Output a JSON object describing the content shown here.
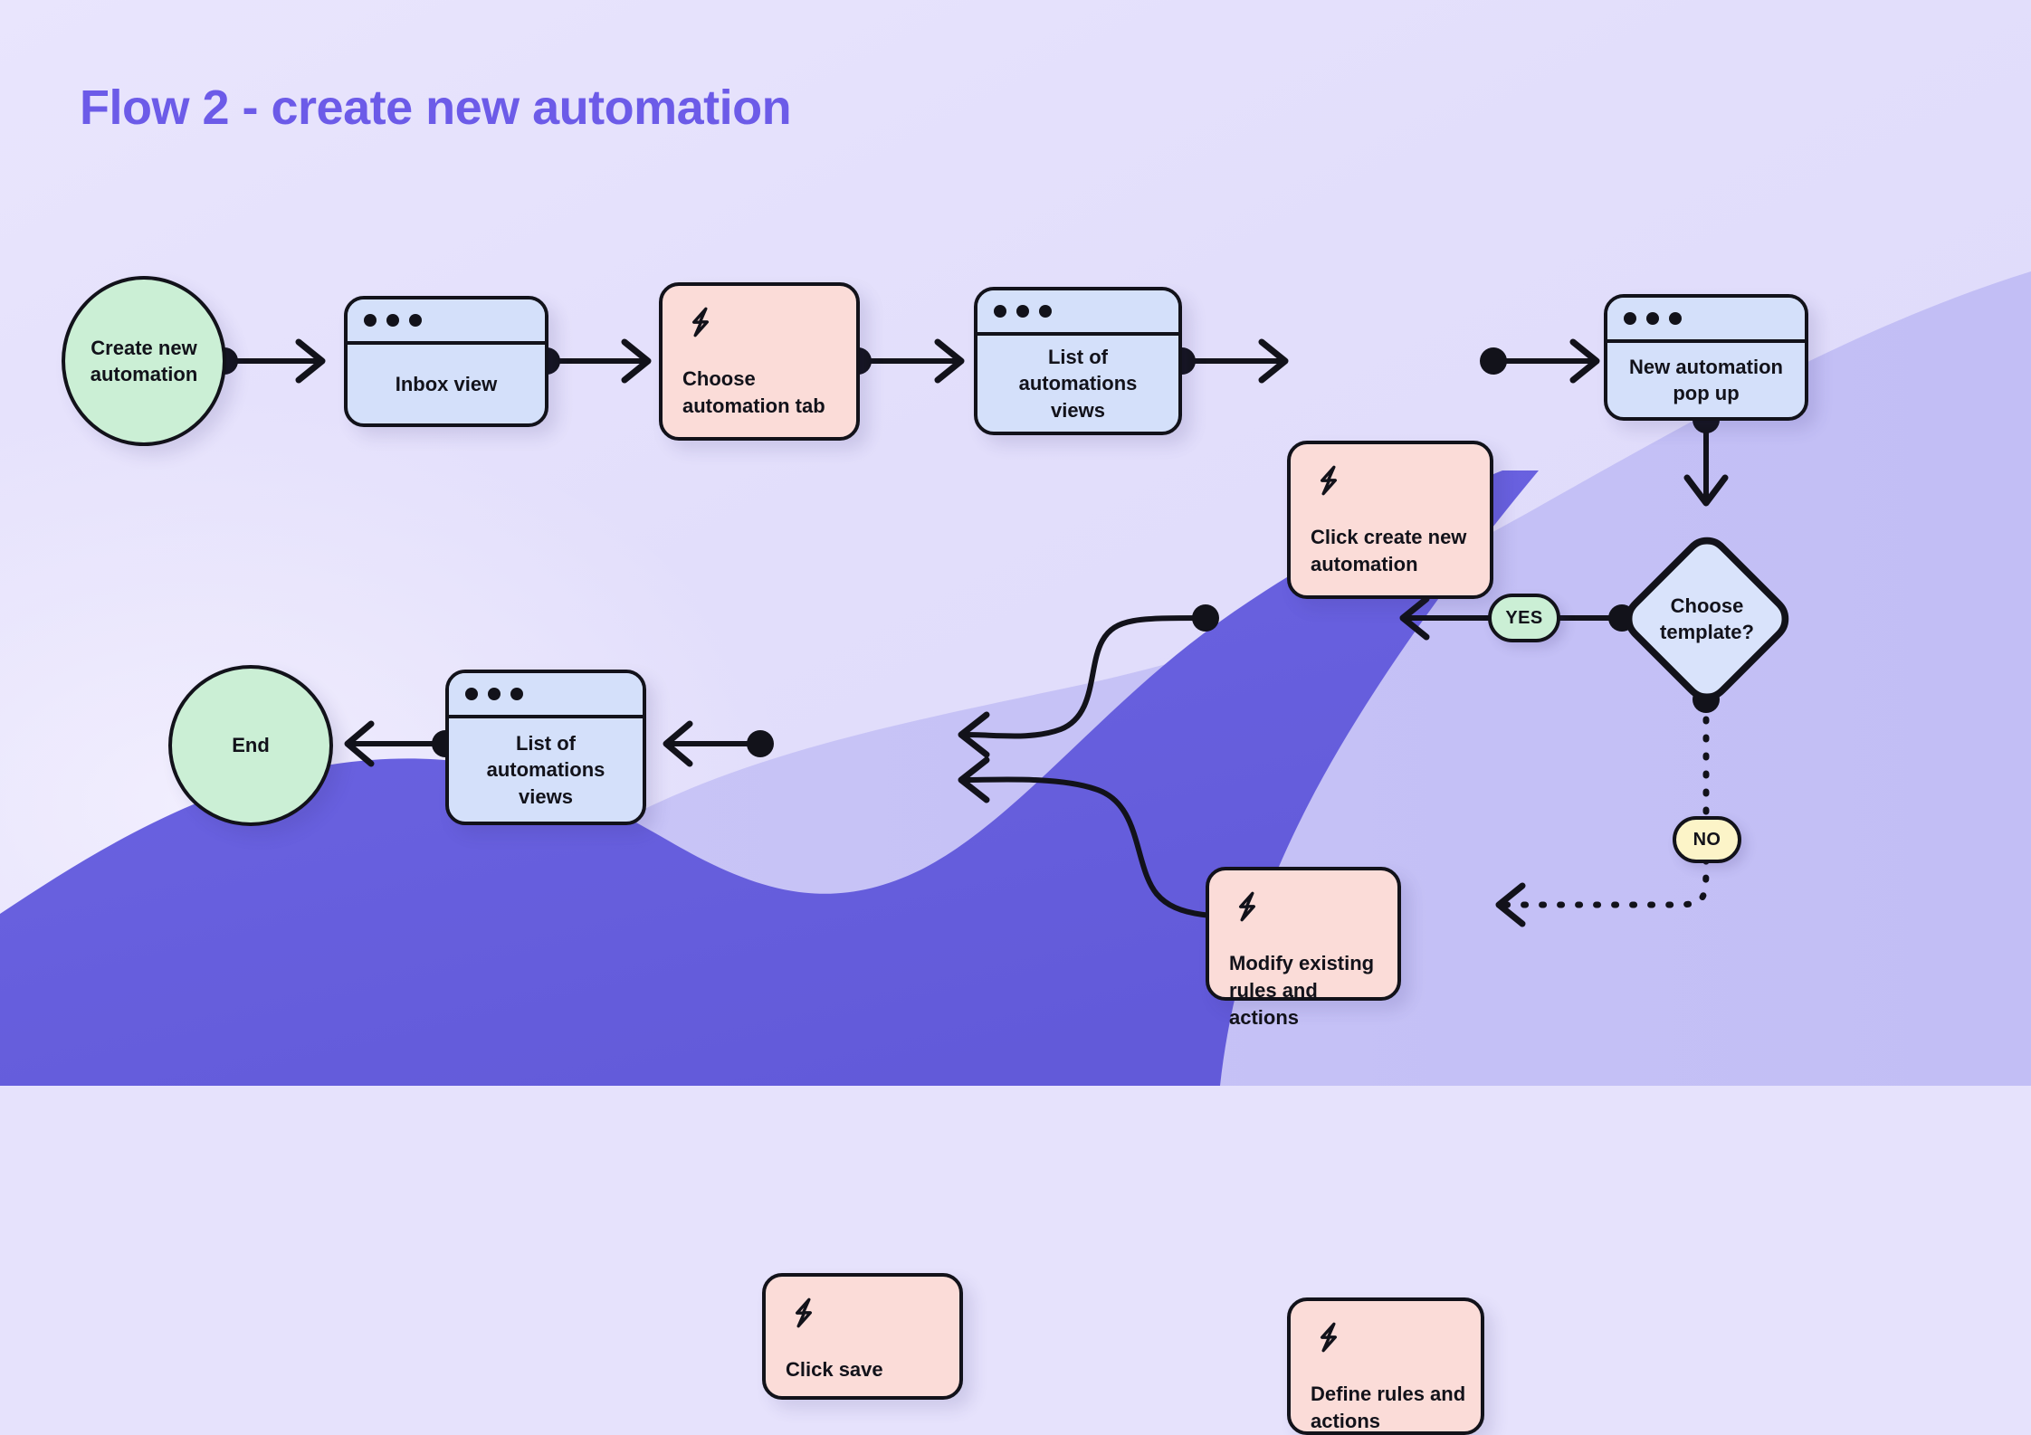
{
  "page": {
    "title": "Flow 2 - create new automation",
    "title_color": "#6C5BE8",
    "background_color": "#E6E2FC",
    "wave_light_color": "#C5C1F6",
    "wave_dark_color": "#6C63E2"
  },
  "palette": {
    "terminal_green": "#CBEFD5",
    "browser_blue": "#D4E0FA",
    "action_pink": "#FBDCD8",
    "decision_blue": "#D9E3FB",
    "badge_yes": "#CBEFD5",
    "badge_no": "#FCF4C8",
    "stroke": "#12121a"
  },
  "flow": {
    "start": {
      "label": "Create new\nautomation",
      "shape": "ellipse",
      "kind": "terminal"
    },
    "end": {
      "label": "End",
      "shape": "ellipse",
      "kind": "terminal"
    },
    "nodes": [
      {
        "id": "inbox-view",
        "label": "Inbox view",
        "shape": "browser-window",
        "icon": "window-dots-icon"
      },
      {
        "id": "choose-automation-tab",
        "label": "Choose\nautomation tab",
        "shape": "action-card",
        "icon": "lightning-bolt-icon"
      },
      {
        "id": "list-of-automations-views-1",
        "label": "List of\nautomations\nviews",
        "shape": "browser-window",
        "icon": "window-dots-icon"
      },
      {
        "id": "click-create-new-automation",
        "label": "Click create new\nautomation",
        "shape": "action-card",
        "icon": "lightning-bolt-icon"
      },
      {
        "id": "new-automation-pop-up",
        "label": "New automation\npop up",
        "shape": "browser-window",
        "icon": "window-dots-icon"
      },
      {
        "id": "choose-template",
        "label": "Choose\ntemplate?",
        "shape": "diamond",
        "icon": ""
      },
      {
        "id": "modify-existing-rules-and-actions",
        "label": "Modify existing\nrules and actions",
        "shape": "action-card",
        "icon": "lightning-bolt-icon"
      },
      {
        "id": "define-rules-and-actions",
        "label": "Define rules and\nactions",
        "shape": "action-card",
        "icon": "lightning-bolt-icon"
      },
      {
        "id": "click-save",
        "label": "Click save",
        "shape": "action-card",
        "icon": "lightning-bolt-icon"
      },
      {
        "id": "list-of-automations-views-2",
        "label": "List of\nautomations\nviews",
        "shape": "browser-window",
        "icon": "window-dots-icon"
      }
    ],
    "branch_labels": {
      "yes": "YES",
      "no": "NO"
    },
    "edges": [
      {
        "from": "start",
        "to": "inbox-view",
        "style": "solid"
      },
      {
        "from": "inbox-view",
        "to": "choose-automation-tab",
        "style": "solid"
      },
      {
        "from": "choose-automation-tab",
        "to": "list-of-automations-views-1",
        "style": "solid"
      },
      {
        "from": "list-of-automations-views-1",
        "to": "click-create-new-automation",
        "style": "solid"
      },
      {
        "from": "click-create-new-automation",
        "to": "new-automation-pop-up",
        "style": "solid"
      },
      {
        "from": "new-automation-pop-up",
        "to": "choose-template",
        "style": "solid"
      },
      {
        "from": "choose-template",
        "to": "modify-existing-rules-and-actions",
        "style": "solid",
        "label": "YES"
      },
      {
        "from": "choose-template",
        "to": "define-rules-and-actions",
        "style": "dotted",
        "label": "NO"
      },
      {
        "from": "modify-existing-rules-and-actions",
        "to": "click-save",
        "style": "solid"
      },
      {
        "from": "define-rules-and-actions",
        "to": "click-save",
        "style": "solid"
      },
      {
        "from": "click-save",
        "to": "list-of-automations-views-2",
        "style": "solid"
      },
      {
        "from": "list-of-automations-views-2",
        "to": "end",
        "style": "solid"
      }
    ]
  }
}
